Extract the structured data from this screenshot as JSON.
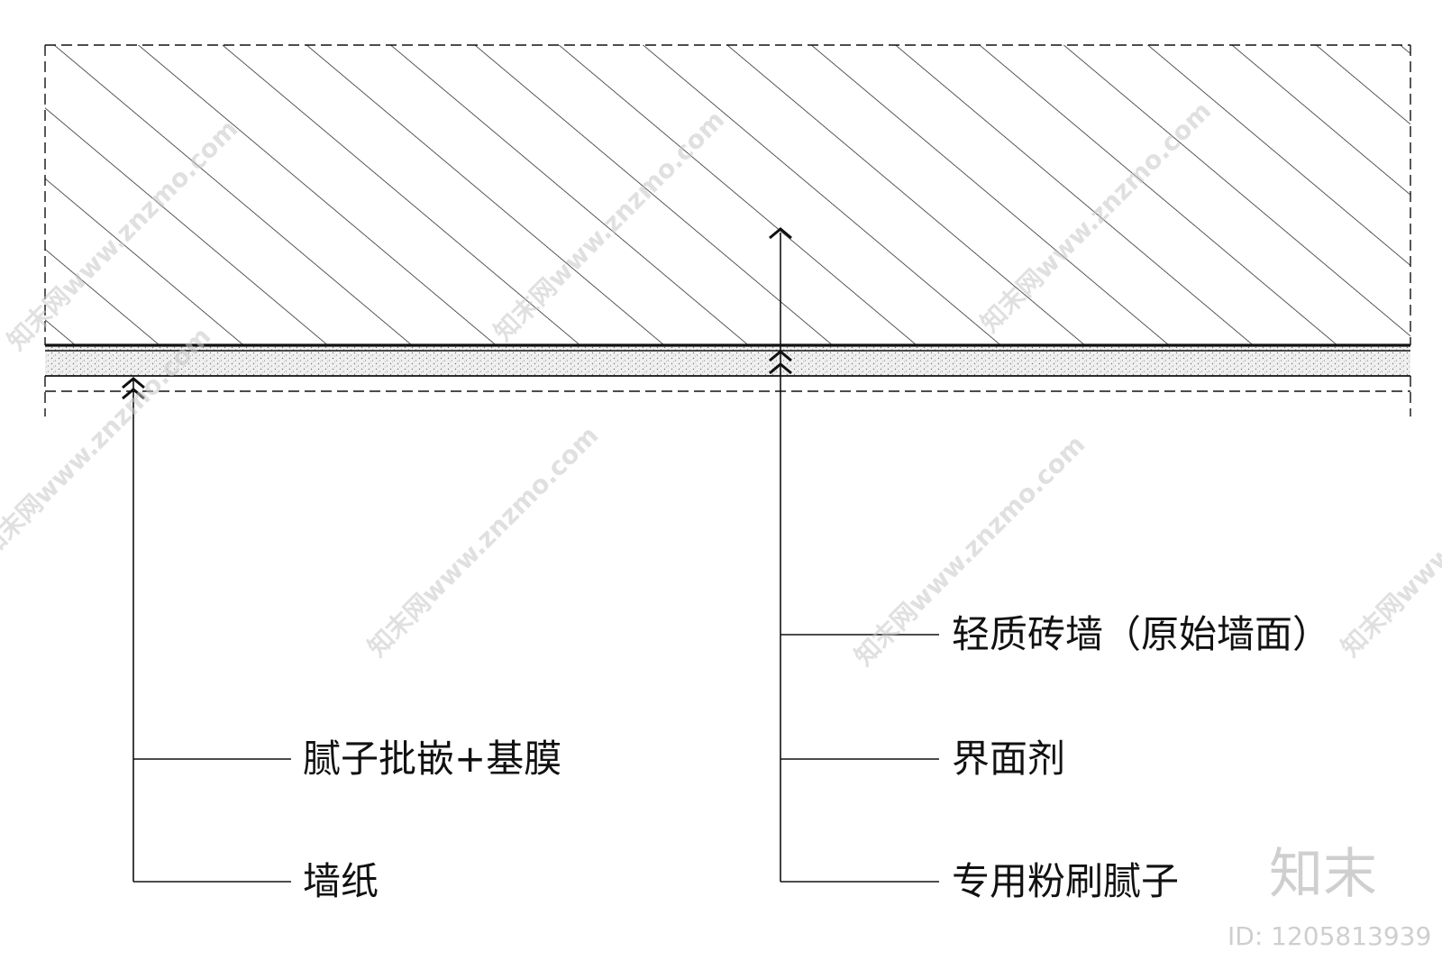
{
  "labels_left": {
    "putty_film": "腻子批嵌+基膜",
    "wallpaper": "墙纸"
  },
  "labels_right": {
    "brick_wall": "轻质砖墙（原始墙面）",
    "interface_agent": "界面剂",
    "special_putty": "专用粉刷腻子"
  },
  "watermark": {
    "text": "知末网www.znzmo.com",
    "brand": "知末",
    "id": "ID: 1205813939"
  },
  "colors": {
    "line": "#111111",
    "watermark": "#c8c8c8"
  }
}
